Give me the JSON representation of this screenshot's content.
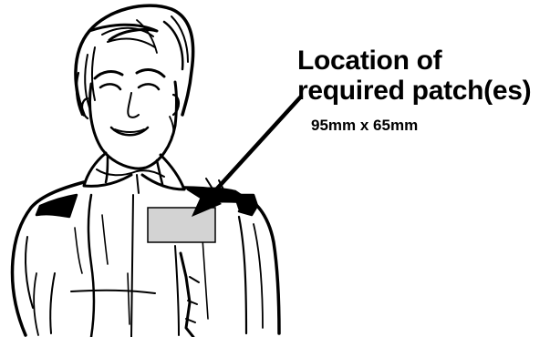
{
  "callout": {
    "line1": "Location of",
    "line2": "required patch(es)"
  },
  "dimension": "95mm x 65mm",
  "colors": {
    "patch_fill": "#d3d3d3",
    "ink": "#000000",
    "background": "#ffffff"
  }
}
